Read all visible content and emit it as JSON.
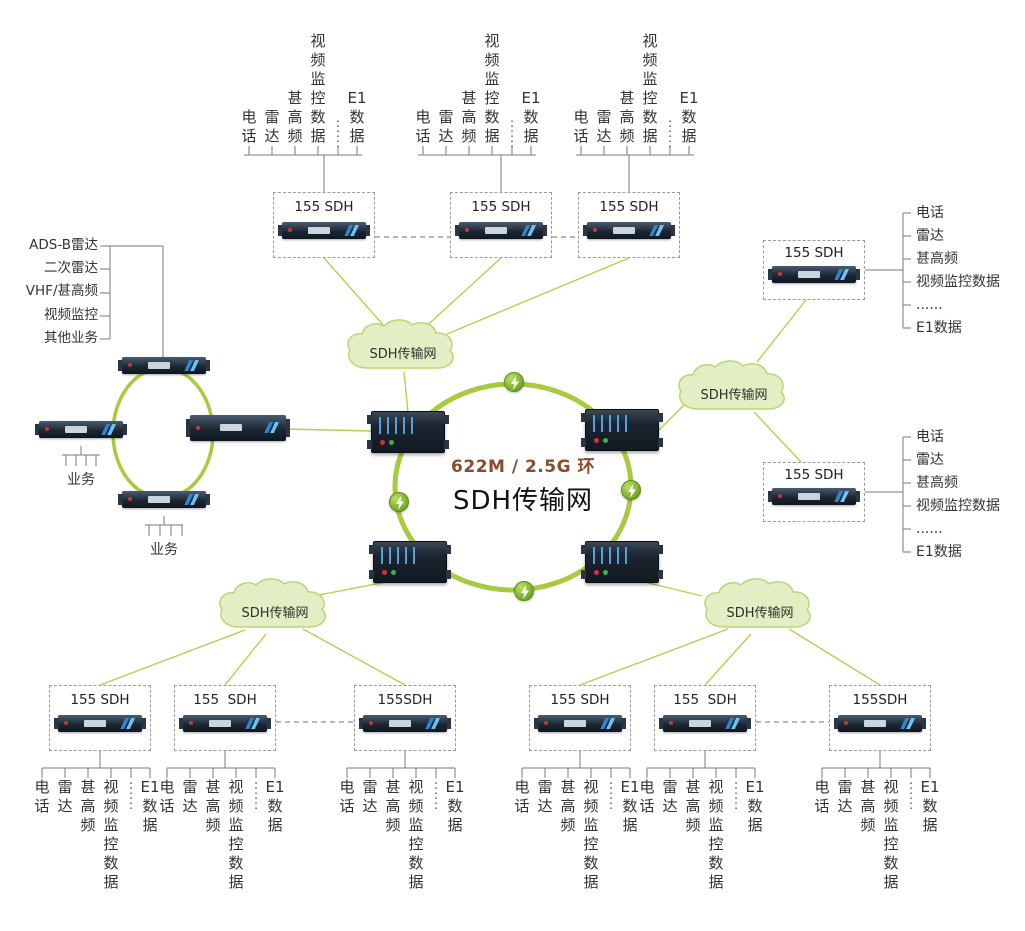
{
  "ring": {
    "bandwidth": "622M / 2.5G 环",
    "name": "SDH传输网"
  },
  "clouds": {
    "label": "SDH传输网"
  },
  "channels": [
    "电话",
    "雷达",
    "甚高频",
    "视频监控数据",
    "......",
    "E1数据"
  ],
  "left_access": {
    "services": [
      "ADS-B雷达",
      "二次雷达",
      "VHF/甚高频",
      "视频监控",
      "其他业务"
    ],
    "port_label": "业务"
  },
  "nodes": {
    "top": [
      "155 SDH",
      "155 SDH",
      "155 SDH"
    ],
    "right": [
      "155 SDH",
      "155 SDH"
    ],
    "bottom": [
      "155 SDH",
      "155  SDH",
      "155SDH",
      "155 SDH",
      "155  SDH",
      "155SDH"
    ]
  },
  "colors": {
    "ring_green": "#a9ca3e",
    "link_green": "#b6cf52",
    "cloud_fill": "#e2efc4",
    "cloud_stroke": "#b9d775",
    "title_brown": "#8a4a2b",
    "device_blue": "#2e86d0",
    "led_red": "#cf3434"
  }
}
